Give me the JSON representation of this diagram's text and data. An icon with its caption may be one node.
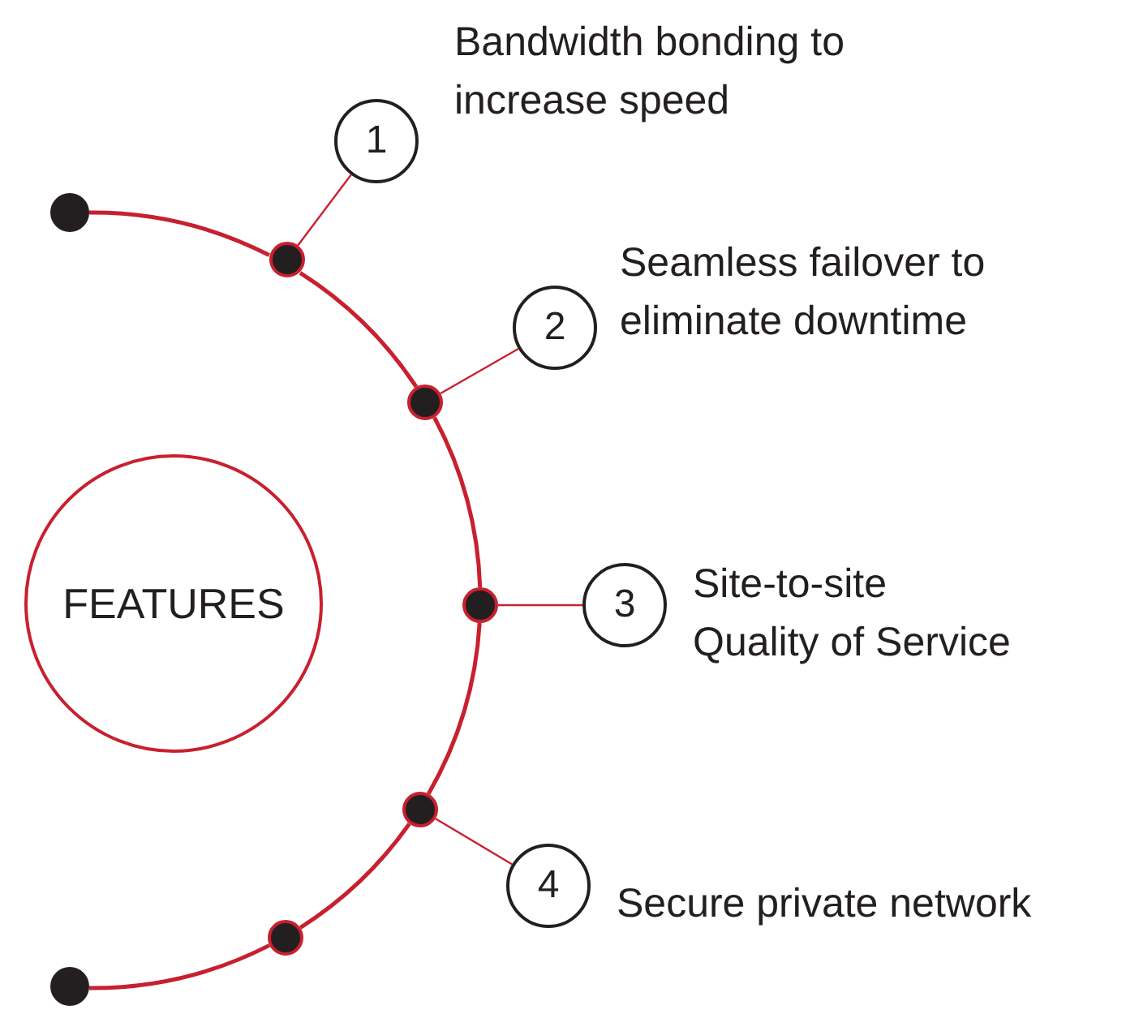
{
  "diagram": {
    "nodes": [
      {
        "text": [
          "FEATURES"
        ]
      },
      {
        "text": [
          "1"
        ],
        "beside": [
          "Bandwidth bonding to increase speed"
        ]
      },
      {
        "text": [
          "2"
        ],
        "beside": [
          "Seamless failover to eliminate downtime"
        ]
      },
      {
        "text": [
          "3"
        ],
        "beside": [
          "Site-to-site Quality of Service"
        ]
      },
      {
        "text": [
          "4"
        ],
        "beside": [
          "Secure private network"
        ]
      },
      {
        "text": [],
        "shape": "circle"
      },
      {
        "text": [],
        "shape": "circle"
      },
      {
        "text": [],
        "shape": "circle"
      },
      {
        "text": [],
        "shape": "circle"
      },
      {
        "text": [],
        "shape": "circle"
      },
      {
        "text": [],
        "shape": "circle"
      },
      {
        "text": [],
        "shape": "circle"
      }
    ],
    "edges": [
      {
        "from": 1,
        "to": 6,
        "arrow": "none"
      },
      {
        "from": 2,
        "to": 7,
        "arrow": "none"
      },
      {
        "from": 3,
        "to": 8,
        "arrow": "none"
      },
      {
        "from": 4,
        "to": 9,
        "arrow": "none"
      },
      {
        "from": 5,
        "to": 6,
        "arrow": "none"
      },
      {
        "from": 6,
        "to": 7,
        "arrow": "none"
      },
      {
        "from": 7,
        "to": 8,
        "arrow": "none"
      },
      {
        "from": 8,
        "to": 9,
        "arrow": "none"
      },
      {
        "from": 9,
        "to": 10,
        "arrow": "none"
      },
      {
        "from": 10,
        "to": 11,
        "arrow": "none"
      }
    ]
  }
}
